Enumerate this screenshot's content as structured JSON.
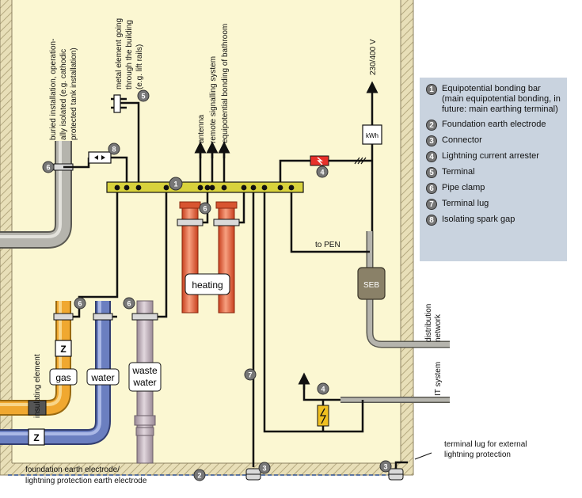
{
  "labels": {
    "buried": [
      "buried installation, operation-",
      "ally isolated (e.g. cathodic",
      "protected tank installation)"
    ],
    "metal": [
      "metal element going",
      "through the building",
      "(e.g. lift rails)"
    ],
    "antenna": "antenna",
    "remote": "remote signalling system",
    "bathroom": "equipotential bonding of bathroom",
    "voltage": "230/400 V",
    "kwh": "kWh",
    "to_pen": "to PEN",
    "seb": "SEB",
    "distribution": [
      "distribution",
      "network"
    ],
    "heating": "heating",
    "insulating": "insulating element",
    "gas": "gas",
    "water": "water",
    "waste": [
      "waste",
      "water"
    ],
    "z": "Z",
    "it_system": "IT system",
    "terminal_lug": [
      "terminal lug for external",
      "lightning protection"
    ],
    "foundation": [
      "foundation earth electrode/",
      "lightning protection earth electrode"
    ]
  },
  "markers": {
    "m1": "1",
    "m2": "2",
    "m3": "3",
    "m4": "4",
    "m5": "5",
    "m6": "6",
    "m7": "7",
    "m8": "8"
  },
  "legend": {
    "items": [
      {
        "num": "1",
        "text": "Equipotential bonding bar (main equipotential bonding, in future: main earthing terminal)"
      },
      {
        "num": "2",
        "text": "Foundation earth electrode"
      },
      {
        "num": "3",
        "text": "Connector"
      },
      {
        "num": "4",
        "text": "Lightning current arrester"
      },
      {
        "num": "5",
        "text": "Terminal"
      },
      {
        "num": "6",
        "text": "Pipe clamp"
      },
      {
        "num": "7",
        "text": "Terminal lug"
      },
      {
        "num": "8",
        "text": "Isolating spark gap"
      }
    ]
  },
  "colors": {
    "building_fill": "#fbf7d2",
    "wall_hatch": "#b5a981",
    "bar": "#d8d23c",
    "pipe_gray": "#9d9c94",
    "gas": "#f0a830",
    "water": "#6b7fc0",
    "waste": "#c0b2bd",
    "heating": "#e86842",
    "seb": "#8a8168",
    "arrester": "#e8302a",
    "marker": "#777777"
  }
}
